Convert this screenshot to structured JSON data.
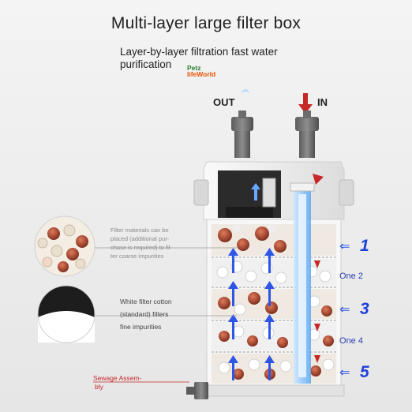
{
  "title": "Multi-layer large filter box",
  "subtitle": "Layer-by-layer filtration fast water purification",
  "logo": {
    "line1": "Petz",
    "line2": "lifeWorld"
  },
  "ports": {
    "out_label": "OUT",
    "in_label": "IN"
  },
  "callouts": {
    "filter_materials": [
      "Filter materials can be",
      "placed (additional pur-",
      "chase is required) to fil-",
      "ter coarse impurities"
    ],
    "white_cotton": [
      "White filter cotton",
      "(standard) filters",
      "fine impurities"
    ],
    "sewage": [
      "Sewage Assem-",
      "bly"
    ]
  },
  "layers": [
    {
      "label": "1",
      "style": "number"
    },
    {
      "label": "One 2",
      "style": "word"
    },
    {
      "label": "3",
      "style": "number"
    },
    {
      "label": "One 4",
      "style": "word"
    },
    {
      "label": "5",
      "style": "number"
    }
  ],
  "colors": {
    "layer_accent": "#1e40d8",
    "in_arrow": "#c62828",
    "sewage_text": "#c62828"
  }
}
